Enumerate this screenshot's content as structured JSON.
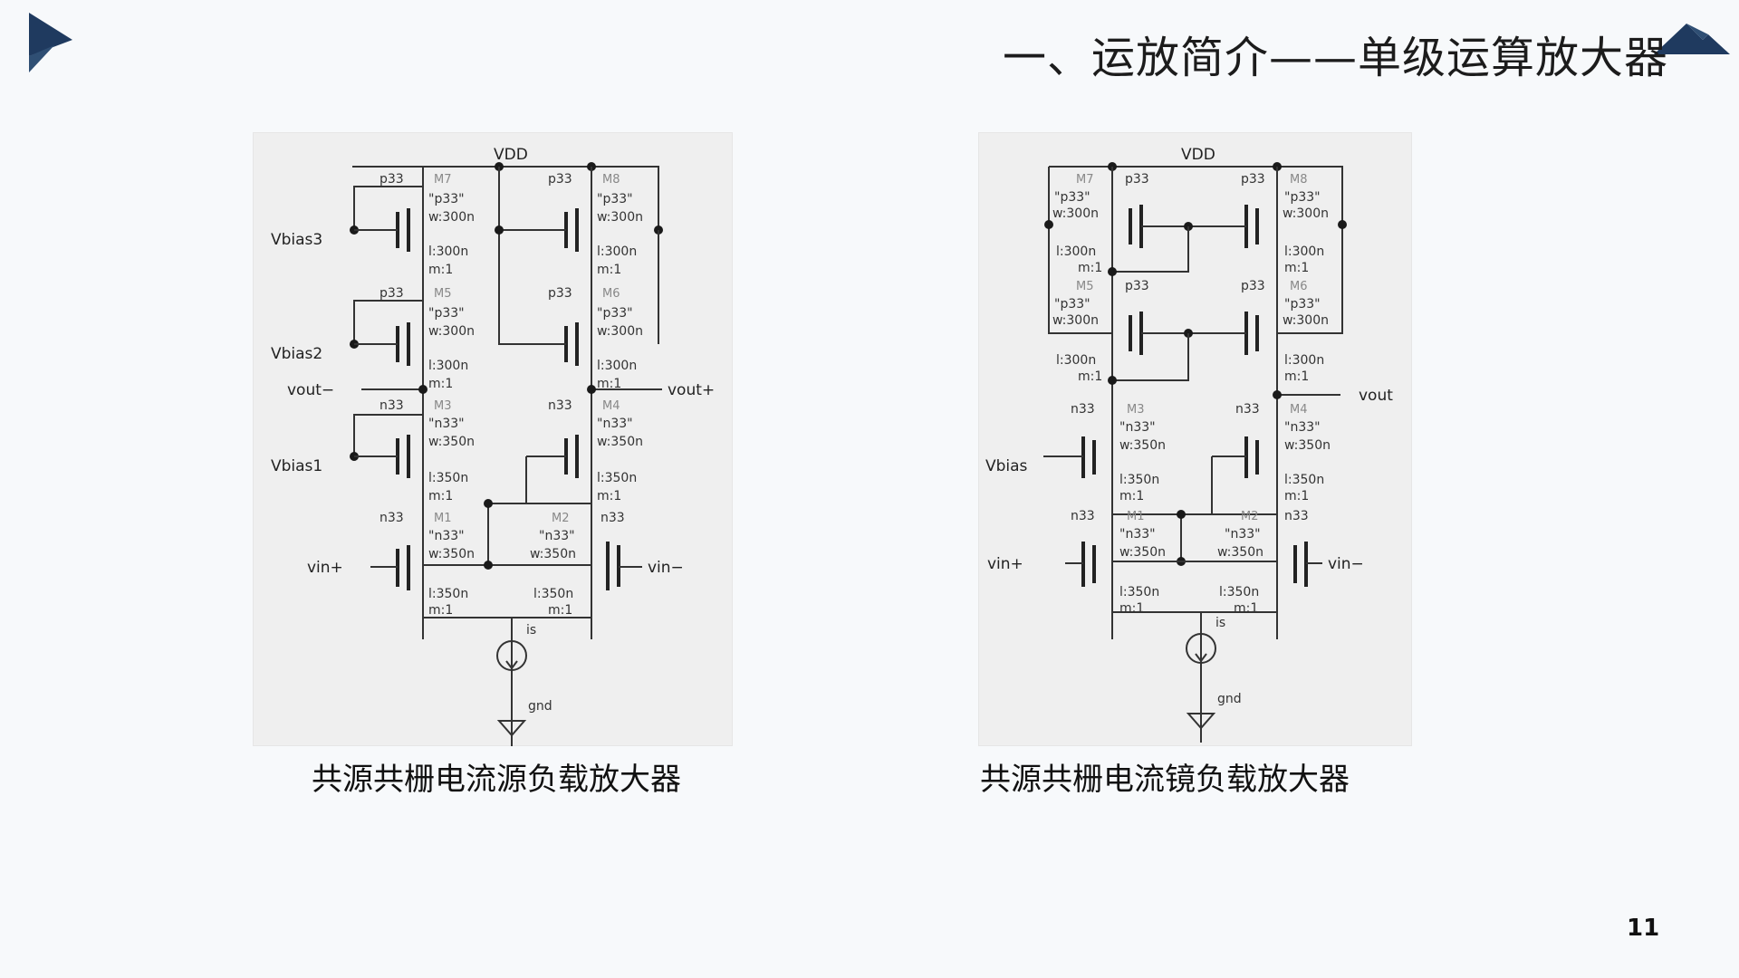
{
  "title": "一、运放简介——单级运算放大器",
  "page_number": "11",
  "colors": {
    "accent_dark": "#1f3a5f",
    "accent_mid": "#2f4f74",
    "background": "#f7f9fb",
    "panel": "#efefef"
  },
  "icons": {
    "left": "play-triangle-icon",
    "right": "mountain-triangle-icon"
  },
  "figures": [
    {
      "caption": "共源共栅电流源负载放大器",
      "labels": {
        "vdd": "VDD",
        "vbias3": "Vbias3",
        "vbias2": "Vbias2",
        "vbias1": "Vbias1",
        "vout_minus": "vout−",
        "vout_plus": "vout+",
        "vin_plus": "vin+",
        "vin_minus": "vin−",
        "is": "is",
        "gnd": "gnd"
      },
      "transistors": [
        {
          "name": "M7",
          "type": "p33",
          "model": "\"p33\"",
          "w": "w:300n",
          "l": "l:300n",
          "m": "m:1"
        },
        {
          "name": "M8",
          "type": "p33",
          "model": "\"p33\"",
          "w": "w:300n",
          "l": "l:300n",
          "m": "m:1"
        },
        {
          "name": "M5",
          "type": "p33",
          "model": "\"p33\"",
          "w": "w:300n",
          "l": "l:300n",
          "m": "m:1"
        },
        {
          "name": "M6",
          "type": "p33",
          "model": "\"p33\"",
          "w": "w:300n",
          "l": "l:300n",
          "m": "m:1"
        },
        {
          "name": "M3",
          "type": "n33",
          "model": "\"n33\"",
          "w": "w:350n",
          "l": "l:350n",
          "m": "m:1"
        },
        {
          "name": "M4",
          "type": "n33",
          "model": "\"n33\"",
          "w": "w:350n",
          "l": "l:350n",
          "m": "m:1"
        },
        {
          "name": "M1",
          "type": "n33",
          "model": "\"n33\"",
          "w": "w:350n",
          "l": "l:350n",
          "m": "m:1"
        },
        {
          "name": "M2",
          "type": "n33",
          "model": "\"n33\"",
          "w": "w:350n",
          "l": "l:350n",
          "m": "m:1"
        }
      ]
    },
    {
      "caption": "共源共栅电流镜负载放大器",
      "labels": {
        "vdd": "VDD",
        "vbias": "Vbias",
        "vout": "vout",
        "vin_plus": "vin+",
        "vin_minus": "vin−",
        "is": "is",
        "gnd": "gnd"
      },
      "transistors": [
        {
          "name": "M7",
          "type": "p33",
          "model": "\"p33\"",
          "w": "w:300n",
          "l": "l:300n",
          "m": "m:1"
        },
        {
          "name": "M8",
          "type": "p33",
          "model": "\"p33\"",
          "w": "w:300n",
          "l": "l:300n",
          "m": "m:1"
        },
        {
          "name": "M5",
          "type": "p33",
          "model": "\"p33\"",
          "w": "w:300n",
          "l": "l:300n",
          "m": "m:1"
        },
        {
          "name": "M6",
          "type": "p33",
          "model": "\"p33\"",
          "w": "w:300n",
          "l": "l:300n",
          "m": "m:1"
        },
        {
          "name": "M3",
          "type": "n33",
          "model": "\"n33\"",
          "w": "w:350n",
          "l": "l:350n",
          "m": "m:1"
        },
        {
          "name": "M4",
          "type": "n33",
          "model": "\"n33\"",
          "w": "w:350n",
          "l": "l:350n",
          "m": "m:1"
        },
        {
          "name": "M1",
          "type": "n33",
          "model": "\"n33\"",
          "w": "w:350n",
          "l": "l:350n",
          "m": "m:1"
        },
        {
          "name": "M2",
          "type": "n33",
          "model": "\"n33\"",
          "w": "w:350n",
          "l": "l:350n",
          "m": "m:1"
        }
      ]
    }
  ]
}
